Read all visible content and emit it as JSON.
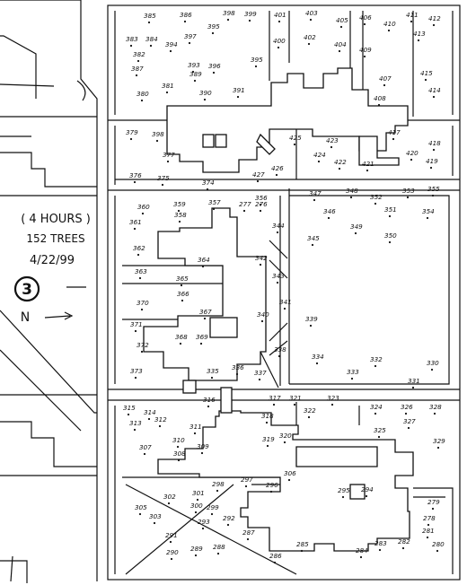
{
  "notes": {
    "duration": "( 4 HOURS )",
    "trees": "152 TREES",
    "date": "4/22/99",
    "sheet": "3",
    "north": "N"
  },
  "tree_labels": [
    "385",
    "386",
    "398",
    "399",
    "401",
    "403",
    "405",
    "406",
    "411",
    "412",
    "383",
    "384",
    "397",
    "395",
    "394",
    "400",
    "402",
    "404",
    "409",
    "413",
    "382",
    "387",
    "393",
    "396",
    "410",
    "407",
    "415",
    "381",
    "389",
    "395",
    "408",
    "414",
    "380",
    "390",
    "391",
    "379",
    "398",
    "417",
    "418",
    "423",
    "425",
    "424",
    "422",
    "421",
    "420",
    "419",
    "377",
    "376",
    "375",
    "374",
    "426",
    "427",
    "347",
    "348",
    "352",
    "353",
    "355",
    "360",
    "359",
    "358",
    "357",
    "356",
    "346",
    "349",
    "351",
    "354",
    "361",
    "362",
    "344",
    "345",
    "350",
    "363",
    "364",
    "342",
    "365",
    "366",
    "367",
    "343",
    "341",
    "370",
    "371",
    "372",
    "368",
    "369",
    "340",
    "339",
    "373",
    "335",
    "336",
    "334",
    "333",
    "332",
    "330",
    "331",
    "338",
    "337",
    "316",
    "317",
    "321",
    "323",
    "315",
    "314",
    "313",
    "312",
    "318",
    "322",
    "324",
    "326",
    "328",
    "325",
    "327",
    "307",
    "311",
    "310",
    "308",
    "309",
    "319",
    "320",
    "329",
    "306",
    "305",
    "303",
    "302",
    "301",
    "300",
    "299",
    "298",
    "297",
    "296",
    "295",
    "294",
    "293",
    "292",
    "291",
    "290",
    "289",
    "288",
    "287",
    "286",
    "285",
    "284",
    "283",
    "282",
    "281",
    "280",
    "279",
    "278",
    "277",
    "276"
  ]
}
